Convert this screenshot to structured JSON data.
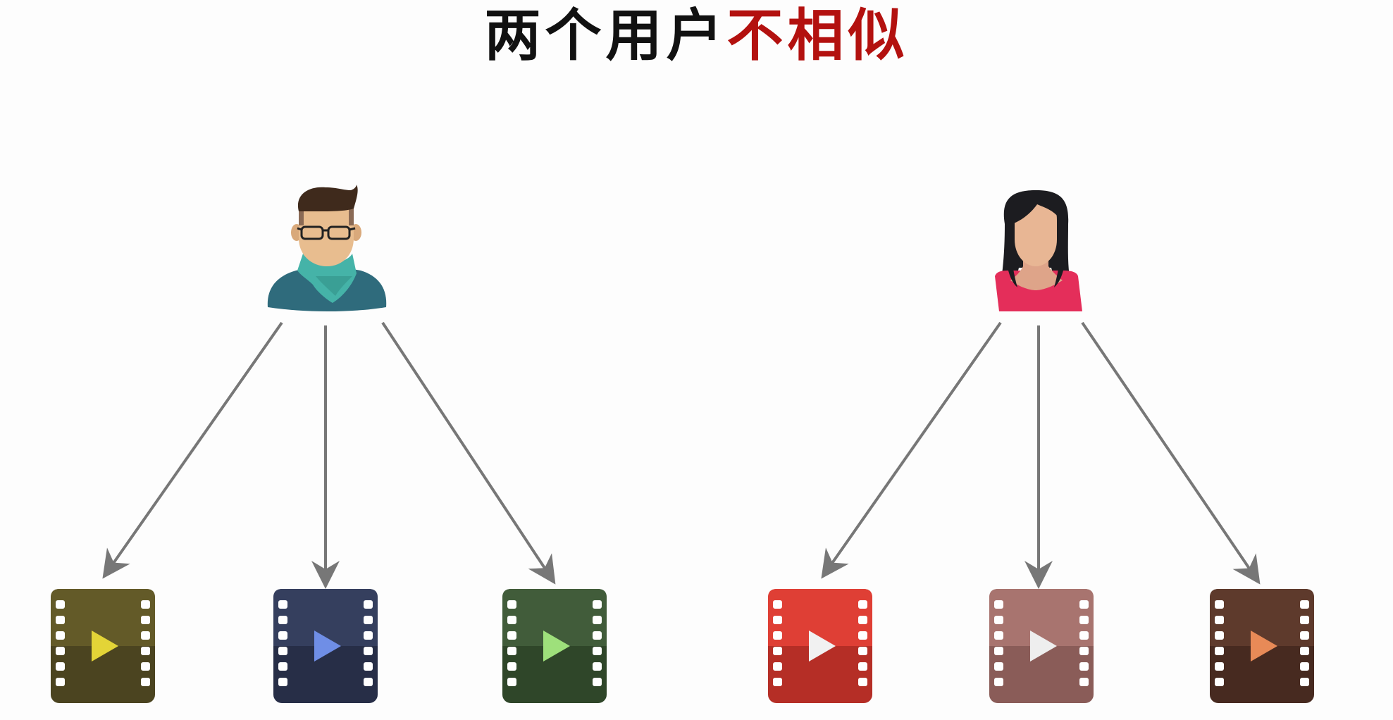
{
  "title": {
    "part1": "两个用户",
    "part2": "不相似",
    "part1_color": "#111111",
    "part2_color": "#b3110f"
  },
  "users": [
    {
      "id": "user-male",
      "icon": "man-with-glasses-icon",
      "shirt_color": "#2f6b7c",
      "scarf_color": "#45b3a8"
    },
    {
      "id": "user-female",
      "icon": "woman-icon",
      "shirt_color": "#e42e5a",
      "hair_color": "#1c1c20"
    }
  ],
  "movies": [
    {
      "owner": 0,
      "icon": "film-play-icon",
      "top_color": "#635a28",
      "bottom_color": "#4b4420",
      "play_color": "#e3d437"
    },
    {
      "owner": 0,
      "icon": "film-play-icon",
      "top_color": "#353f5e",
      "bottom_color": "#272e47",
      "play_color": "#6f8ee6"
    },
    {
      "owner": 0,
      "icon": "film-play-icon",
      "top_color": "#415c3a",
      "bottom_color": "#2f4629",
      "play_color": "#9ee07b"
    },
    {
      "owner": 1,
      "icon": "film-play-icon",
      "top_color": "#df3f35",
      "bottom_color": "#b52e26",
      "play_color": "#f1f1f1"
    },
    {
      "owner": 1,
      "icon": "film-play-icon",
      "top_color": "#a8746f",
      "bottom_color": "#8a5c58",
      "play_color": "#eeeeee"
    },
    {
      "owner": 1,
      "icon": "film-play-icon",
      "top_color": "#5e3a2c",
      "bottom_color": "#472a20",
      "play_color": "#e88a57"
    }
  ],
  "arrow_color": "#777777"
}
